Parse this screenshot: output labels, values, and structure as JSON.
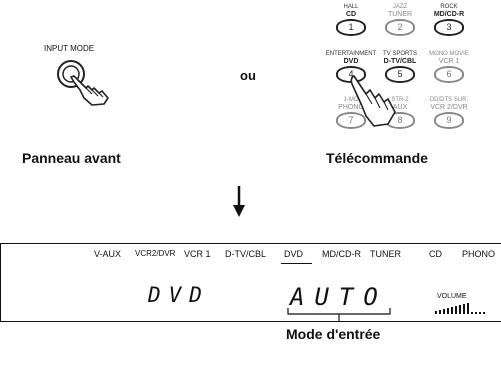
{
  "front_panel": {
    "button_label": "INPUT MODE",
    "caption": "Panneau avant"
  },
  "connector": "ou",
  "remote": {
    "caption": "Télécommande",
    "rows": [
      {
        "keys": [
          {
            "top": "HALL",
            "label": "CD",
            "number": "1",
            "faded": false
          },
          {
            "top": "JAZZ",
            "label": "TUNER",
            "number": "2",
            "faded": true
          },
          {
            "top": "ROCK",
            "label": "MD/CD-R",
            "number": "3",
            "faded": false
          }
        ]
      },
      {
        "keys": [
          {
            "top": "ENTERTAINMENT",
            "label": "DVD",
            "number": "4",
            "faded": false
          },
          {
            "top": "TV SPORTS",
            "label": "D-TV/CBL",
            "number": "5",
            "faded": false
          },
          {
            "top": "MONO MOVIE",
            "label": "VCR 1",
            "number": "6",
            "faded": true
          }
        ]
      },
      {
        "keys": [
          {
            "top": "1-MO",
            "label": "PHONO",
            "number": "7",
            "faded": true
          },
          {
            "top": "STR-2",
            "label": "AUX",
            "number": "8",
            "faded": true
          },
          {
            "top": "DD/DTS SUR.",
            "label": "VCR 2/DVR",
            "number": "9",
            "faded": true
          }
        ]
      }
    ]
  },
  "display": {
    "inputs": [
      "V-AUX",
      "VCR2/DVR",
      "VCR 1",
      "D-TV/CBL",
      "DVD",
      "MD/CD-R",
      "TUNER",
      "CD",
      "PHONO"
    ],
    "selected_input": "DVD",
    "source_text": "DVD",
    "mode_text": "AUTO",
    "volume_label": "VOLUME"
  },
  "mode_caption": "Mode d'entrée"
}
